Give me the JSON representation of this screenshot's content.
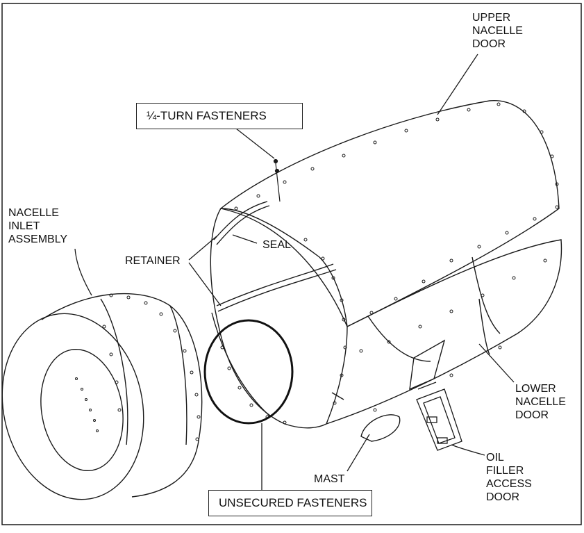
{
  "labels": {
    "upper_door": "UPPER\nNACELLE\nDOOR",
    "quarter_turn": "¼-TURN FASTENERS",
    "inlet": "NACELLE\nINLET\nASSEMBLY",
    "seal": "SEAL",
    "retainer": "RETAINER",
    "lower_door": "LOWER\nNACELLE\nDOOR",
    "mast": "MAST",
    "oil_door": "OIL\nFILLER\nACCESS\nDOOR",
    "unsecured": "UNSECURED FASTENERS"
  },
  "colors": {
    "line": "#1a1a1a",
    "background": "#ffffff"
  }
}
